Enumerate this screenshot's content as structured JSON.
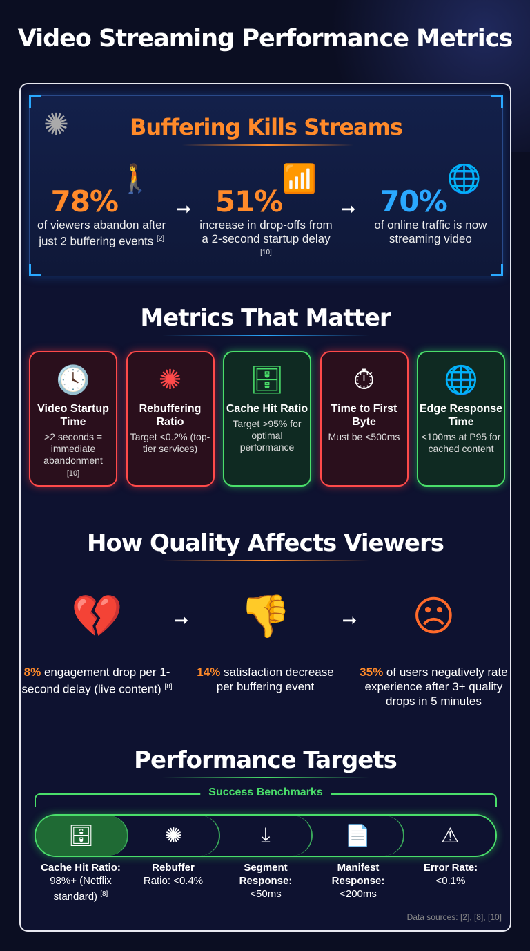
{
  "title": "Video Streaming Performance Metrics",
  "hero": {
    "title": "Buffering Kills Streams",
    "stats": [
      {
        "value": "78%",
        "text": "of viewers abandon after just 2 buffering events",
        "ref": "[2]",
        "color": "#ff8a2a",
        "icon": "abandon-screen-icon"
      },
      {
        "value": "51%",
        "text": "increase in drop-offs from a 2-second startup delay",
        "ref": "[10]",
        "color": "#ff8a2a",
        "icon": "rising-chart-clock-icon"
      },
      {
        "value": "70%",
        "text": "of online traffic is now streaming video",
        "ref": "",
        "color": "#2aa8ff",
        "icon": "globe-video-icon"
      }
    ]
  },
  "metrics": {
    "title": "Metrics That Matter",
    "cards": [
      {
        "title": "Video Startup Time",
        "text": ">2 seconds = immediate abandonment",
        "ref": "[10]",
        "status": "red",
        "icon": "clock-x-icon"
      },
      {
        "title": "Rebuffering Ratio",
        "text": "Target <0.2% (top-tier services)",
        "ref": "",
        "status": "red",
        "icon": "spinner-bars-icon"
      },
      {
        "title": "Cache Hit Ratio",
        "text": "Target >95% for optimal performance",
        "ref": "",
        "status": "green",
        "icon": "server-check-icon"
      },
      {
        "title": "Time to First Byte",
        "text": "Must be <500ms",
        "ref": "",
        "status": "red",
        "icon": "stopwatch-icon"
      },
      {
        "title": "Edge Response Time",
        "text": "<100ms at P95 for cached content",
        "ref": "",
        "status": "green",
        "icon": "globe-network-icon"
      }
    ]
  },
  "quality": {
    "title": "How Quality Affects Viewers",
    "items": [
      {
        "value": "8%",
        "text": " engagement drop per 1-second delay (live content)",
        "ref": "[8]",
        "icon": "broken-heart-chart-icon"
      },
      {
        "value": "14%",
        "text": " satisfaction decrease per buffering event",
        "ref": "",
        "icon": "sad-face-thumbs-down-icon"
      },
      {
        "value": "35%",
        "text": " of users negatively rate experience after 3+ quality drops in 5 minutes",
        "ref": "",
        "icon": "user-rating-icon"
      }
    ]
  },
  "targets": {
    "title": "Performance Targets",
    "banner": "Success Benchmarks",
    "items": [
      {
        "label": "Cache Hit Ratio:",
        "value": "98%+ (Netflix standard)",
        "ref": "[8]",
        "icon": "server-check-icon"
      },
      {
        "label": "Rebuffer",
        "value": "Ratio: <0.4%",
        "ref": "",
        "icon": "spinner-x-icon"
      },
      {
        "label": "Segment Response:",
        "value": "<50ms",
        "ref": "",
        "icon": "download-clock-icon"
      },
      {
        "label": "Manifest Response:",
        "value": "<200ms",
        "ref": "",
        "icon": "document-clock-icon"
      },
      {
        "label": "Error Rate:",
        "value": "<0.1%",
        "ref": "",
        "icon": "warning-x-icon"
      }
    ]
  },
  "sources": "Data sources: [2], [8], [10]",
  "colors": {
    "orange": "#ff8a2a",
    "blue": "#2aa8ff",
    "red": "#ff4a4a",
    "green": "#4ade6a",
    "background": "#0b0e22"
  }
}
